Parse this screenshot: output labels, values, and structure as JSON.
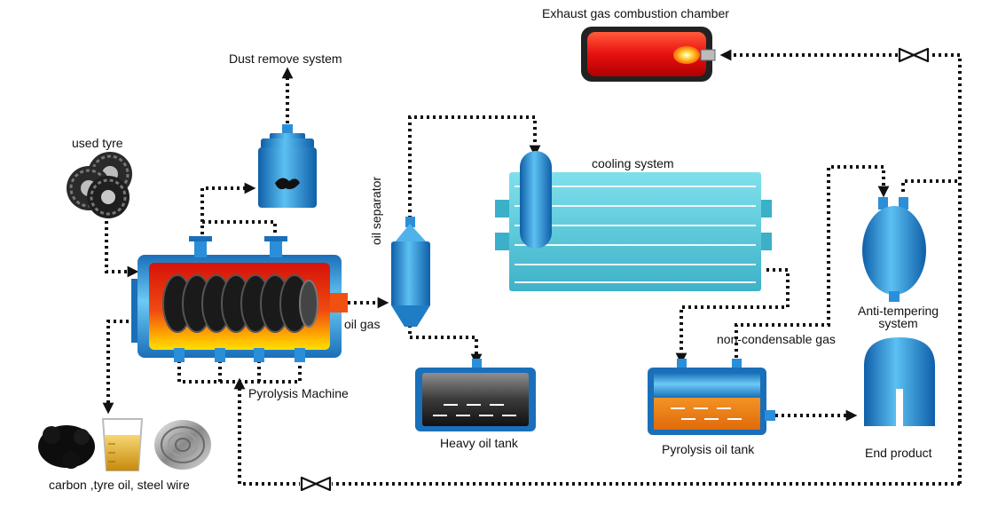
{
  "labels": {
    "exhaust": "Exhaust gas combustion chamber",
    "dust": "Dust remove system",
    "used_tyre": "used tyre",
    "cooling": "cooling system",
    "oil_separator": "oil separator",
    "oil_gas": "oil gas",
    "pyrolysis_machine": "Pyrolysis Machine",
    "heavy_oil_tank": "Heavy oil tank",
    "non_condensable": "non-condensable gas",
    "anti_tempering": "Anti-tempering\nsystem",
    "pyrolysis_oil_tank": "Pyrolysis oil tank",
    "end_product": "End product",
    "outputs": "carbon ,tyre oil, steel wire"
  },
  "colors": {
    "equipment_blue": "#2a8fd8",
    "cooling_teal": "#56c8d8",
    "furnace_red": "#e8261c",
    "oil_orange": "#f07f16",
    "flow_line": "#111111"
  }
}
